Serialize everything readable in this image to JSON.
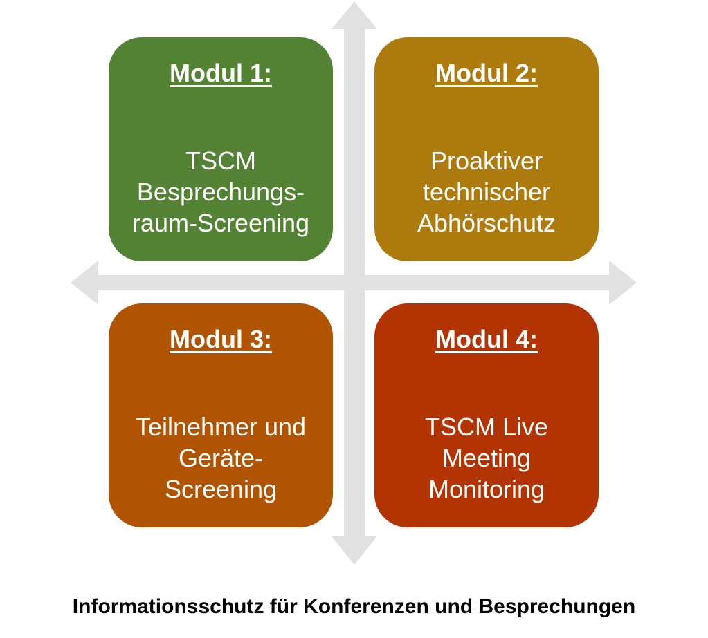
{
  "modules": [
    {
      "heading": "Modul 1:",
      "text": "TSCM\nBesprechungs-\nraum-Screening",
      "color": "#548235"
    },
    {
      "heading": "Modul 2:",
      "text": "Proaktiver\ntechnischer\nAbhörschutz",
      "color": "#ad7a0e"
    },
    {
      "heading": "Modul 3:",
      "text": "Teilnehmer und\nGeräte-\nScreening",
      "color": "#b15402"
    },
    {
      "heading": "Modul 4:",
      "text": "TSCM Live\nMeeting\nMonitoring",
      "color": "#b33403"
    }
  ],
  "caption": "Informationsschutz für Konferenzen und Besprechungen",
  "colors": {
    "arrow": "#e1e1e1",
    "caption_text": "#000000"
  }
}
